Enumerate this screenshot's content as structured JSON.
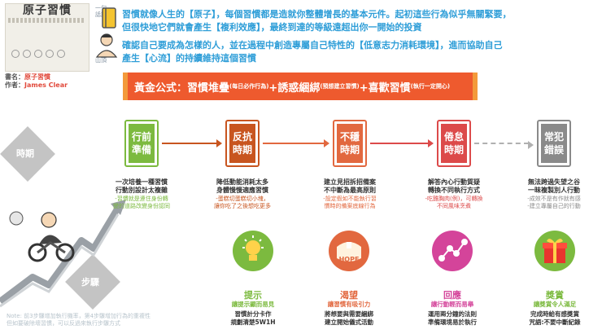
{
  "book": {
    "title": "原子習慣",
    "book_label": "書名：",
    "book_name": "原子習慣",
    "author_label": "作者：",
    "author_name": "James Clear"
  },
  "intro": {
    "tag_habit": "一句話講",
    "tag_climb": "山頂",
    "line1": "習慣就像人生的【原子】，每個習慣都是造就你整體增長的基本元件。起初這些行為似乎無關緊要，",
    "line2": "但很快地它們就會產生【複利效應】，最終到達的等級遠超出你一開始的投資",
    "line3": "確認自己要成為怎樣的人，並在過程中創造專屬自己特性的【低意志力消耗環境】，進而協助自己",
    "line4": "產生【心流】的持續維持這個習慣"
  },
  "formula": {
    "part1": "黃金公式：習慣堆疊",
    "part1_note": "(每日必作行為)",
    "part2": "+誘惑綑綁",
    "part2_note": "(預想建立習慣)",
    "part3": "+喜歡習慣",
    "part3_note": "(執行一定開心)"
  },
  "side_labels": {
    "period": "時期",
    "steps": "步驟"
  },
  "stages": [
    {
      "line1": "行前",
      "line2": "準備",
      "desc1": "一次培養一種習慣",
      "desc2": "行動別設計太複雜",
      "sub1": "-習慣就是連住身份轉",
      "sub2": "變的道路改變身份認同",
      "color": "#7cba3f"
    },
    {
      "line1": "反抗",
      "line2": "時期",
      "desc1": "降低動能消耗太多",
      "desc2": "身體慢慢適應習慣",
      "sub1": "-蛋糕切蛋糕切小塊，",
      "sub2": "讓你吃了之後想吃更多",
      "color": "#c8551f"
    },
    {
      "line1": "不穩",
      "line2": "時期",
      "desc1": "建立見招拆招備案",
      "desc2": "不中斷為最高原則",
      "sub1": "-設定假如不能執行習",
      "sub2": "慣時的備案底線行為",
      "color": "#e2683f"
    },
    {
      "line1": "倦怠",
      "line2": "時期",
      "desc1": "解答內心行動質疑",
      "desc2": "轉換不同執行方式",
      "sub1": "-吃雞胸肉(例)，可轉換",
      "sub2": "不同風味烹煮",
      "color": "#dc4a4a"
    },
    {
      "line1": "常犯",
      "line2": "錯誤",
      "desc1": "無法跨過失望之谷",
      "desc2": "一昧複製別人行動",
      "sub1": "-成效不是有作就有感",
      "sub2": "-建立專屬自己的行動",
      "color": "#8a8a8a"
    }
  ],
  "steps": [
    {
      "title": "提示",
      "subtitle": "讓提示顯而易見",
      "desc1": "習慣計分卡作",
      "desc2": "規劃清楚5W1H",
      "label": "",
      "color": "#7cba3f",
      "icon": "lightbulb-icon"
    },
    {
      "title": "渴望",
      "subtitle": "讓習慣有吸引力",
      "desc1": "將想要與需要綑綁",
      "desc2": "建立開始儀式活動",
      "label": "HOPE",
      "color": "#e2683f",
      "icon": "hope-icon"
    },
    {
      "title": "回應",
      "subtitle": "讓行動輕而易舉",
      "desc1": "運用兩分鐘的法則",
      "desc2": "準備環境易於執行",
      "label": "",
      "color": "#d4449a",
      "icon": "network-icon"
    },
    {
      "title": "獎賞",
      "subtitle": "讓獎賞令人滿足",
      "desc1": "完成時給有感獎賞",
      "desc2": "咒語:不要中斷紀錄",
      "label": "",
      "color": "#7cba3f",
      "icon": "gift-icon"
    }
  ],
  "footnote": {
    "line1": "Note: 前3步驟增加執行機率，第4步驟增加行為的重複性",
    "line2": "但如要破除壞習慣，可以反過來執行步驟方式"
  },
  "colors": {
    "orange": "#ee5a2e",
    "blue": "#2f9ed8",
    "red": "#e1493b",
    "green": "#7cba3f"
  }
}
